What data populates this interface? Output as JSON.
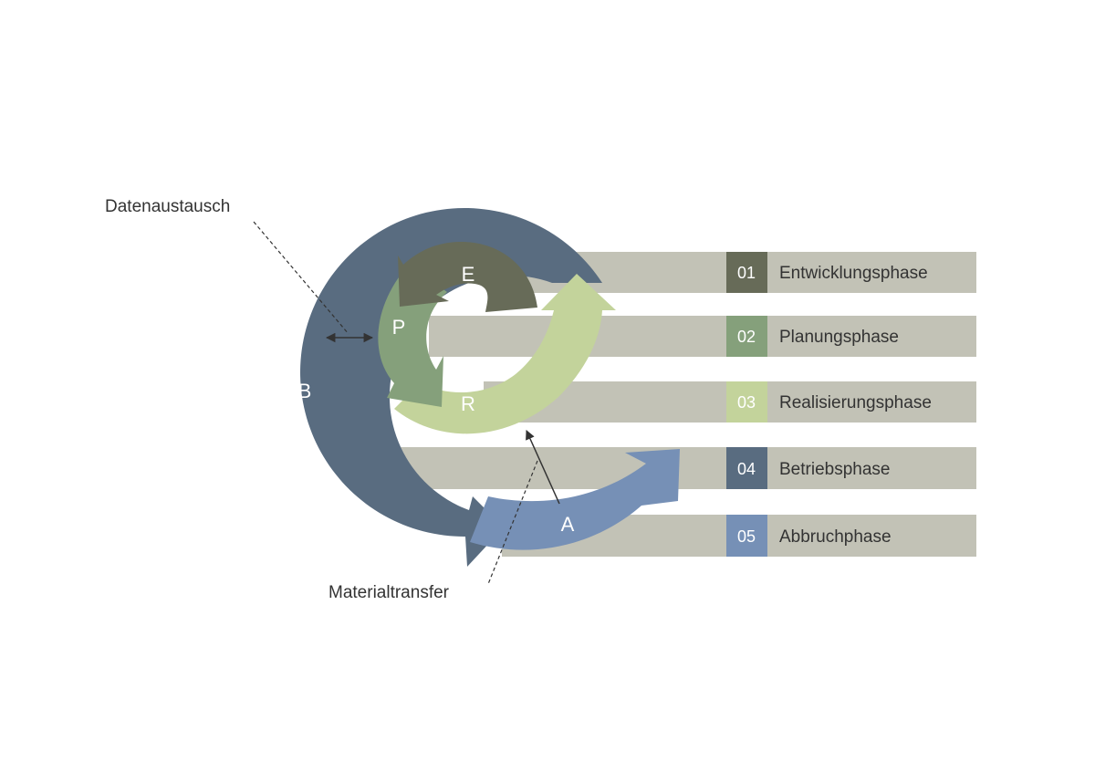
{
  "annotations": {
    "data_exchange": "Datenaustausch",
    "material_transfer": "Materialtransfer"
  },
  "phases": [
    {
      "number": "01",
      "name": "Entwicklungsphase",
      "letter": "E",
      "color": "#676b58"
    },
    {
      "number": "02",
      "name": "Planungsphase",
      "letter": "P",
      "color": "#85a07b"
    },
    {
      "number": "03",
      "name": "Realisierungsphase",
      "letter": "R",
      "color": "#c3d39b"
    },
    {
      "number": "04",
      "name": "Betriebsphase",
      "letter": "B",
      "color": "#596c80"
    },
    {
      "number": "05",
      "name": "Abbruchphase",
      "letter": "A",
      "color": "#7690b6"
    }
  ],
  "colors": {
    "bar": "#c2c2b6",
    "text_dark": "#333333",
    "text_light": "#ffffff",
    "connector": "#333333"
  }
}
